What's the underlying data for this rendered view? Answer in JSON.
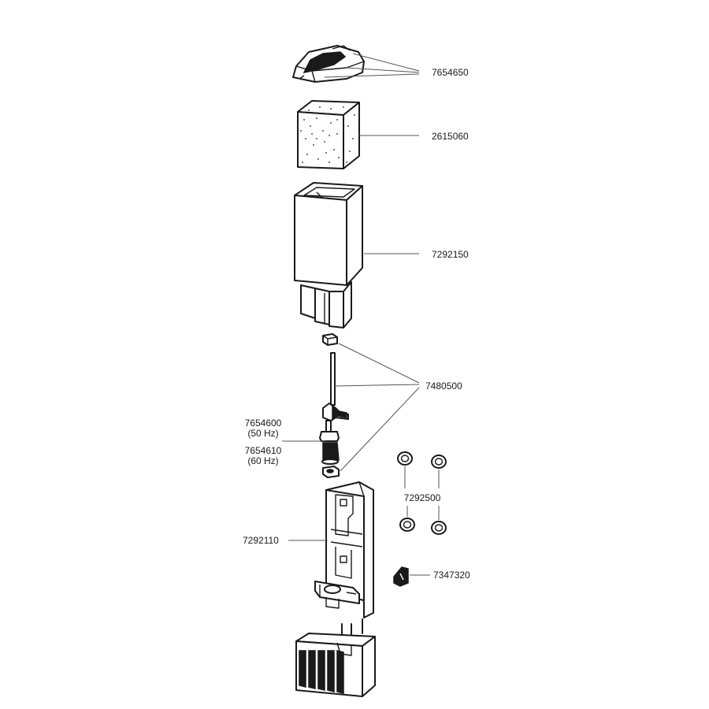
{
  "diagram": {
    "labels": {
      "lid": "7654650",
      "sponge": "2615060",
      "housing": "7292150",
      "shaft_set": "7480500",
      "rotor_50": "7654600",
      "rotor_50_freq": "(50 Hz)",
      "rotor_60": "7654610",
      "rotor_60_freq": "(60 Hz)",
      "rubber_feet": "7292500",
      "pump_body": "7292110",
      "clip": "7347320"
    }
  }
}
